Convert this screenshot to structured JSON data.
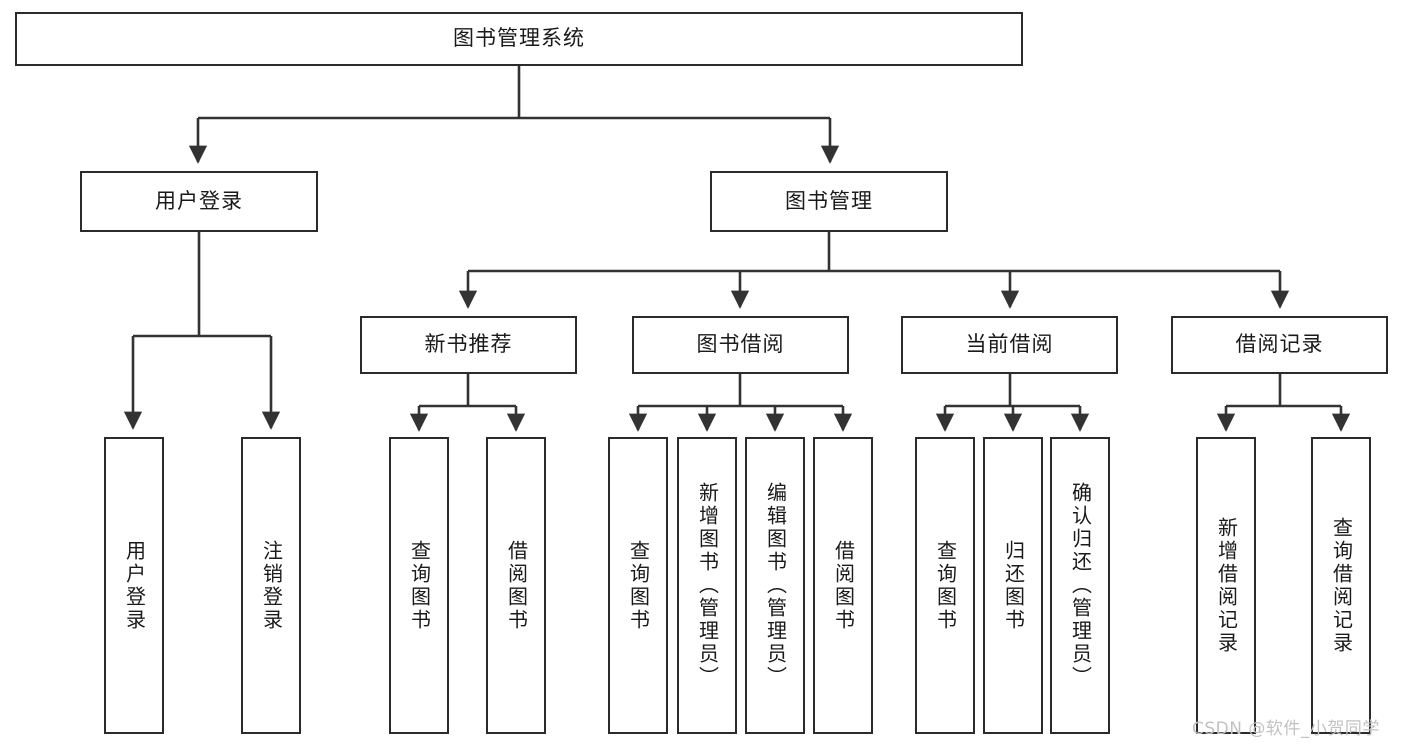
{
  "diagram": {
    "title": "图书管理系统",
    "type": "tree",
    "orientation": "top-down",
    "colors": {
      "node_border": "#2b2b2b",
      "node_fill": "#ffffff",
      "edge": "#333333",
      "text": "#1a1a1a",
      "watermark": "#c2c2c2",
      "background": "#ffffff"
    },
    "nodes": {
      "root": {
        "label": "图书管理系统",
        "level": 0,
        "text_direction": "horizontal"
      },
      "level1": [
        {
          "id": "user-login",
          "label": "用户登录",
          "text_direction": "horizontal"
        },
        {
          "id": "book-management",
          "label": "图书管理",
          "text_direction": "horizontal"
        }
      ],
      "level2": [
        {
          "id": "new-book-recommend",
          "label": "新书推荐",
          "parent": "book-management",
          "text_direction": "horizontal"
        },
        {
          "id": "book-borrow",
          "label": "图书借阅",
          "parent": "book-management",
          "text_direction": "horizontal"
        },
        {
          "id": "current-borrow",
          "label": "当前借阅",
          "parent": "book-management",
          "text_direction": "horizontal"
        },
        {
          "id": "borrow-record",
          "label": "借阅记录",
          "parent": "book-management",
          "text_direction": "horizontal"
        }
      ],
      "leaves": [
        {
          "id": "leaf-user-login",
          "label": "用户登录",
          "parent": "user-login",
          "text_direction": "vertical"
        },
        {
          "id": "leaf-user-logout",
          "label": "注销登录",
          "parent": "user-login",
          "text_direction": "vertical"
        },
        {
          "id": "leaf-query-book-1",
          "label": "查询图书",
          "parent": "new-book-recommend",
          "text_direction": "vertical"
        },
        {
          "id": "leaf-borrow-book-1",
          "label": "借阅图书",
          "parent": "new-book-recommend",
          "text_direction": "vertical"
        },
        {
          "id": "leaf-query-book-2",
          "label": "查询图书",
          "parent": "book-borrow",
          "text_direction": "vertical"
        },
        {
          "id": "leaf-add-book",
          "label": "新增图书（管理员）",
          "parent": "book-borrow",
          "text_direction": "vertical"
        },
        {
          "id": "leaf-edit-book",
          "label": "编辑图书（管理员）",
          "parent": "book-borrow",
          "text_direction": "vertical"
        },
        {
          "id": "leaf-borrow-book-2",
          "label": "借阅图书",
          "parent": "book-borrow",
          "text_direction": "vertical"
        },
        {
          "id": "leaf-query-book-3",
          "label": "查询图书",
          "parent": "current-borrow",
          "text_direction": "vertical"
        },
        {
          "id": "leaf-return-book",
          "label": "归还图书",
          "parent": "current-borrow",
          "text_direction": "vertical"
        },
        {
          "id": "leaf-confirm-return",
          "label": "确认归还（管理员）",
          "parent": "current-borrow",
          "text_direction": "vertical"
        },
        {
          "id": "leaf-add-record",
          "label": "新增借阅记录",
          "parent": "borrow-record",
          "text_direction": "vertical"
        },
        {
          "id": "leaf-query-record",
          "label": "查询借阅记录",
          "parent": "borrow-record",
          "text_direction": "vertical"
        }
      ]
    },
    "watermark": "CSDN @软件_小贺同学"
  }
}
